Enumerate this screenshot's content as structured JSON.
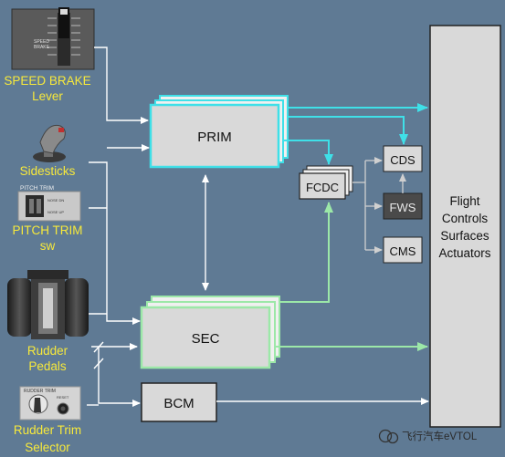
{
  "left_labels": {
    "speed_brake": [
      "SPEED BRAKE",
      "Lever"
    ],
    "sidesticks": [
      "Sidesticks"
    ],
    "pitch_trim": [
      "PITCH TRIM",
      "sw"
    ],
    "rudder_pedals": [
      "Rudder",
      "Pedals"
    ],
    "rudder_trim": [
      "Rudder Trim",
      "Selector"
    ]
  },
  "panel_text": {
    "speed_brake_plate": [
      "SPEED",
      "BRAKE"
    ],
    "pitch_trim_title": "PITCH TRIM",
    "pitch_trim_nose_dn": "NOSE DN",
    "pitch_trim_nose_up": "NOSE UP",
    "rudder_trim_title": "RUDDER TRIM",
    "rudder_trim_reset": "RESET"
  },
  "boxes": {
    "prim": "PRIM",
    "sec": "SEC",
    "bcm": "BCM",
    "fcdc": "FCDC",
    "cds": "CDS",
    "fws": "FWS",
    "cms": "CMS",
    "actuators": [
      "Flight",
      "Controls",
      "Surfaces",
      "Actuators"
    ]
  },
  "watermark": "飞行汽车eVTOL",
  "colors": {
    "background": "#5f7a94",
    "label_yellow": "#f7e93b",
    "prim_border": "#3fe0e8",
    "sec_border": "#9ce8a8",
    "fws_fill": "#4a4a4a",
    "box_fill": "#d9d9d9"
  }
}
